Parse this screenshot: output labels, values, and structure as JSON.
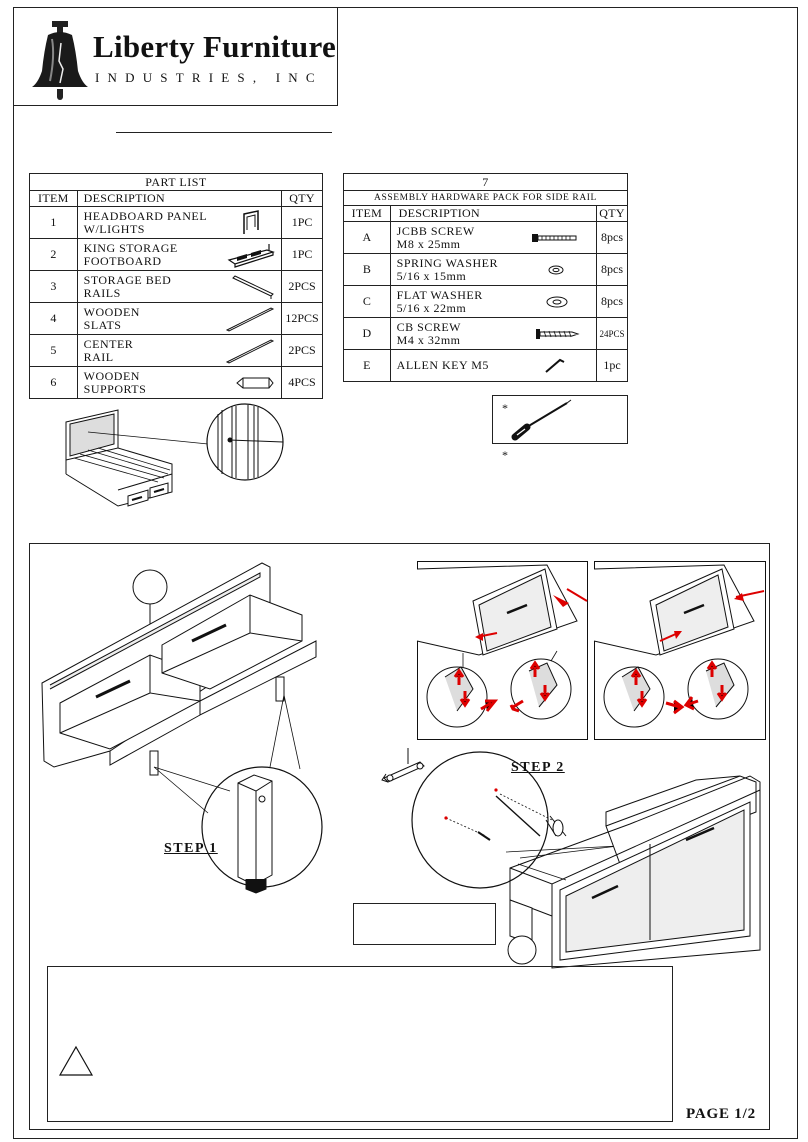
{
  "brand": {
    "name": "Liberty Furniture",
    "subtitle": "INDUSTRIES, INC"
  },
  "part_list": {
    "caption": "PART LIST",
    "headers": {
      "item": "ITEM",
      "description": "DESCRIPTION",
      "qty": "QTY"
    },
    "rows": [
      {
        "item": "1",
        "line1": "HEADBOARD PANEL",
        "line2": "W/LIGHTS",
        "qty": "1PC",
        "icon": "headboard-icon"
      },
      {
        "item": "2",
        "line1": "KING STORAGE",
        "line2": "FOOTBOARD",
        "qty": "1PC",
        "icon": "footboard-icon"
      },
      {
        "item": "3",
        "line1": "STORAGE BED",
        "line2": "RAILS",
        "qty": "2PCS",
        "icon": "rail-icon"
      },
      {
        "item": "4",
        "line1": "WOODEN",
        "line2": "SLATS",
        "qty": "12PCS",
        "icon": "slat-icon"
      },
      {
        "item": "5",
        "line1": "CENTER",
        "line2": "RAIL",
        "qty": "2PCS",
        "icon": "center-rail-icon"
      },
      {
        "item": "6",
        "line1": "WOODEN",
        "line2": "SUPPORTS",
        "qty": "4PCS",
        "icon": "support-icon"
      }
    ]
  },
  "hardware": {
    "number": "7",
    "caption": "ASSEMBLY HARDWARE PACK FOR SIDE RAIL",
    "headers": {
      "item": "ITEM",
      "description": "DESCRIPTION",
      "qty": "QTY"
    },
    "rows": [
      {
        "item": "A",
        "line1": "JCBB SCREW",
        "line2": "M8 x 25mm",
        "qty": "8pcs",
        "icon": "bolt-icon"
      },
      {
        "item": "B",
        "line1": "SPRING WASHER",
        "line2": "5/16 x 15mm",
        "qty": "8pcs",
        "icon": "spring-washer-icon"
      },
      {
        "item": "C",
        "line1": "FLAT WASHER",
        "line2": "5/16 x 22mm",
        "qty": "8pcs",
        "icon": "flat-washer-icon"
      },
      {
        "item": "D",
        "line1": "CB SCREW",
        "line2": "M4 x 32mm",
        "qty": "24PCS",
        "icon": "wood-screw-icon"
      },
      {
        "item": "E",
        "line1": "ALLEN KEY M5",
        "line2": "",
        "qty": "1pc",
        "icon": "allen-key-icon"
      }
    ]
  },
  "tools": {
    "star1": "*",
    "star2": "*",
    "icon": "screwdriver-icon"
  },
  "steps": {
    "step1": "STEP 1",
    "step2": "STEP 2"
  },
  "footer": {
    "page": "PAGE 1/2"
  }
}
